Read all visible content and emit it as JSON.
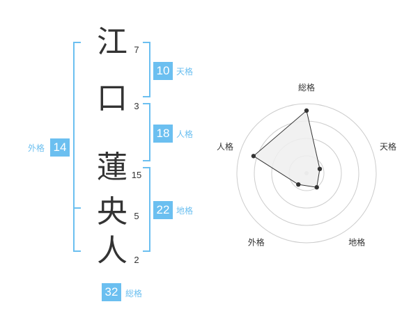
{
  "characters": [
    {
      "char": "江",
      "strokes": "7"
    },
    {
      "char": "口",
      "strokes": "3"
    },
    {
      "char": "蓮",
      "strokes": "15"
    },
    {
      "char": "央",
      "strokes": "5"
    },
    {
      "char": "人",
      "strokes": "2"
    }
  ],
  "fortunes": {
    "tenkaku": {
      "value": "10",
      "label": "天格"
    },
    "jinkaku": {
      "value": "18",
      "label": "人格"
    },
    "chikaku": {
      "value": "22",
      "label": "地格"
    },
    "gaikaku": {
      "value": "14",
      "label": "外格"
    },
    "soukaku": {
      "value": "32",
      "label": "総格"
    }
  },
  "colors": {
    "accent": "#6bbff0",
    "text": "#333333",
    "ring": "#cccccc",
    "fill": "#eeeeee"
  },
  "chart_data": {
    "type": "radar",
    "axes": [
      "総格",
      "天格",
      "地格",
      "外格",
      "人格"
    ],
    "values": [
      0.9,
      0.2,
      0.25,
      0.2,
      0.8
    ],
    "rings": 4
  }
}
